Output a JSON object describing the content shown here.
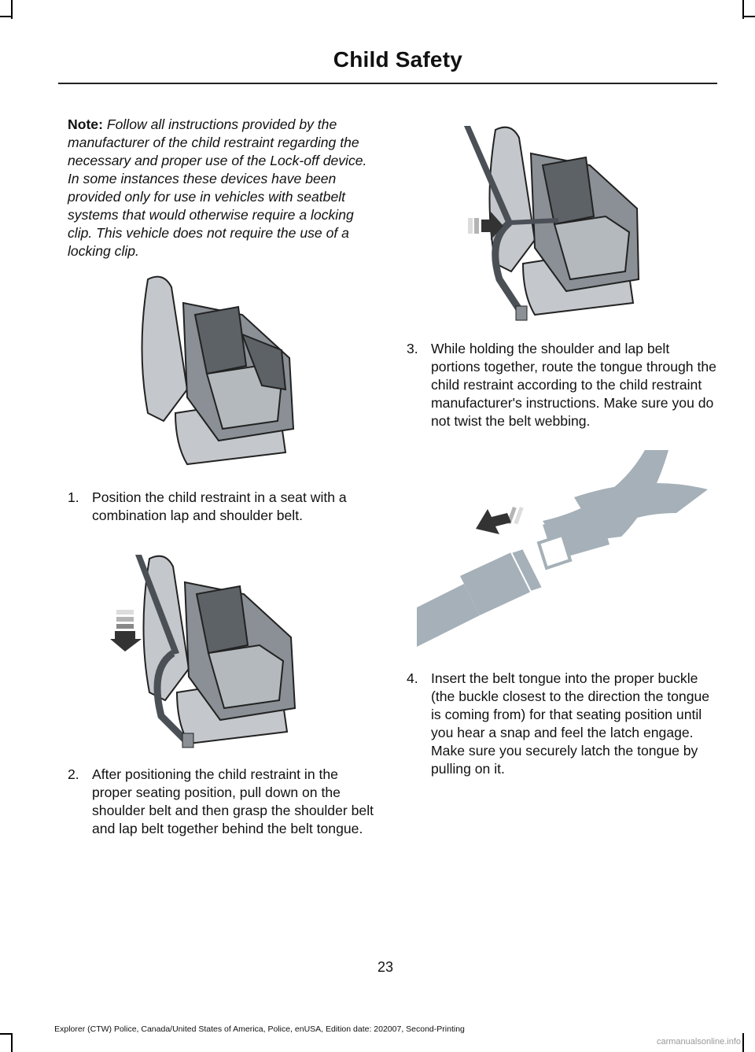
{
  "header": {
    "title": "Child Safety"
  },
  "note": {
    "label": "Note:",
    "text": "Follow all instructions provided by the manufacturer of the child restraint regarding the necessary and proper use of the Lock-off device. In some instances these devices have been provided only for use in vehicles with seatbelt systems that would otherwise require a locking clip. This vehicle does not require the use of a locking clip."
  },
  "steps": [
    {
      "number": "1.",
      "text": "Position the child restraint in a seat with a combination lap and shoulder belt."
    },
    {
      "number": "2.",
      "text": "After positioning the child restraint in the proper seating position, pull down on the shoulder belt and then grasp the shoulder belt and lap belt together behind the belt tongue."
    },
    {
      "number": "3.",
      "text": "While holding the shoulder and lap belt portions together, route the tongue through the child restraint according to the child restraint manufacturer's instructions. Make sure you do not twist the belt webbing."
    },
    {
      "number": "4.",
      "text": "Insert the belt tongue into the proper buckle (the buckle closest to the direction the tongue is coming from) for that seating position until you hear a snap and feel the latch engage. Make sure you securely latch the tongue by pulling on it."
    }
  ],
  "figures": {
    "seat_plain": "child-seat-in-vehicle-seat",
    "seat_pull": "child-seat-shoulder-belt-pull-down",
    "seat_route": "child-seat-belt-routing",
    "buckle": "seatbelt-tongue-into-buckle"
  },
  "colors": {
    "seat_light": "#c4c8cc",
    "seat_dark": "#5d6267",
    "belt": "#4a5055",
    "buckle_gray": "#a5b0b8"
  },
  "footer": {
    "page_number": "23",
    "edition": "Explorer (CTW) Police, Canada/United States of America, Police, enUSA, Edition date: 202007, Second-Printing",
    "watermark": "carmanualsonline.info"
  }
}
